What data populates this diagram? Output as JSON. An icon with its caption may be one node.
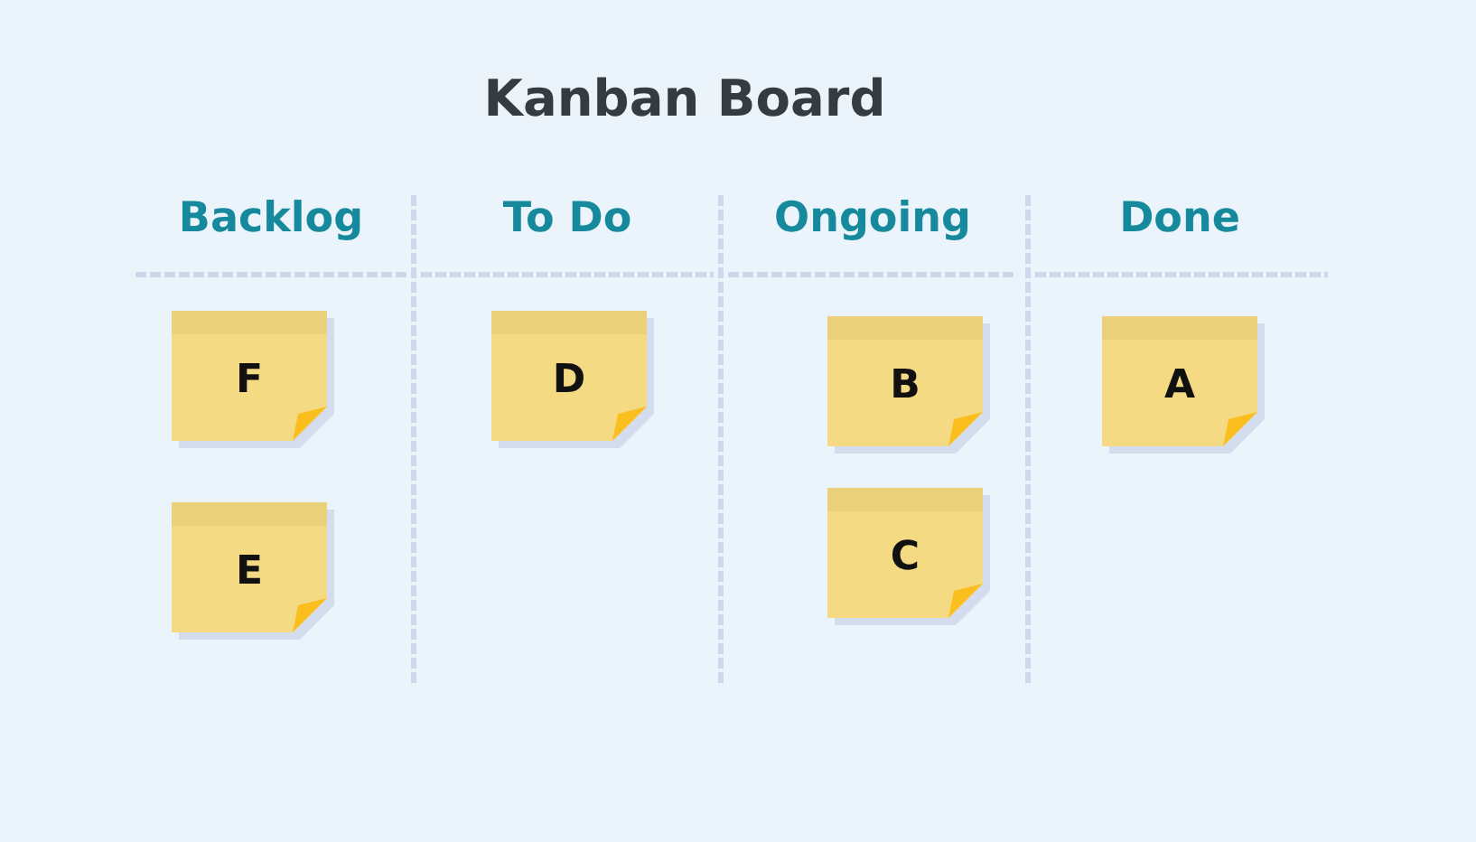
{
  "diagram": {
    "title": "Kanban Board",
    "nodes": [
      {
        "text": [
          "F"
        ]
      },
      {
        "text": [
          "D"
        ]
      },
      {
        "text": [
          "B"
        ]
      },
      {
        "text": [
          "A"
        ]
      },
      {
        "text": [
          "E"
        ]
      },
      {
        "text": [
          "C"
        ]
      }
    ],
    "labels": [
      "Backlog",
      "To Do",
      "Ongoing",
      "Done"
    ]
  }
}
